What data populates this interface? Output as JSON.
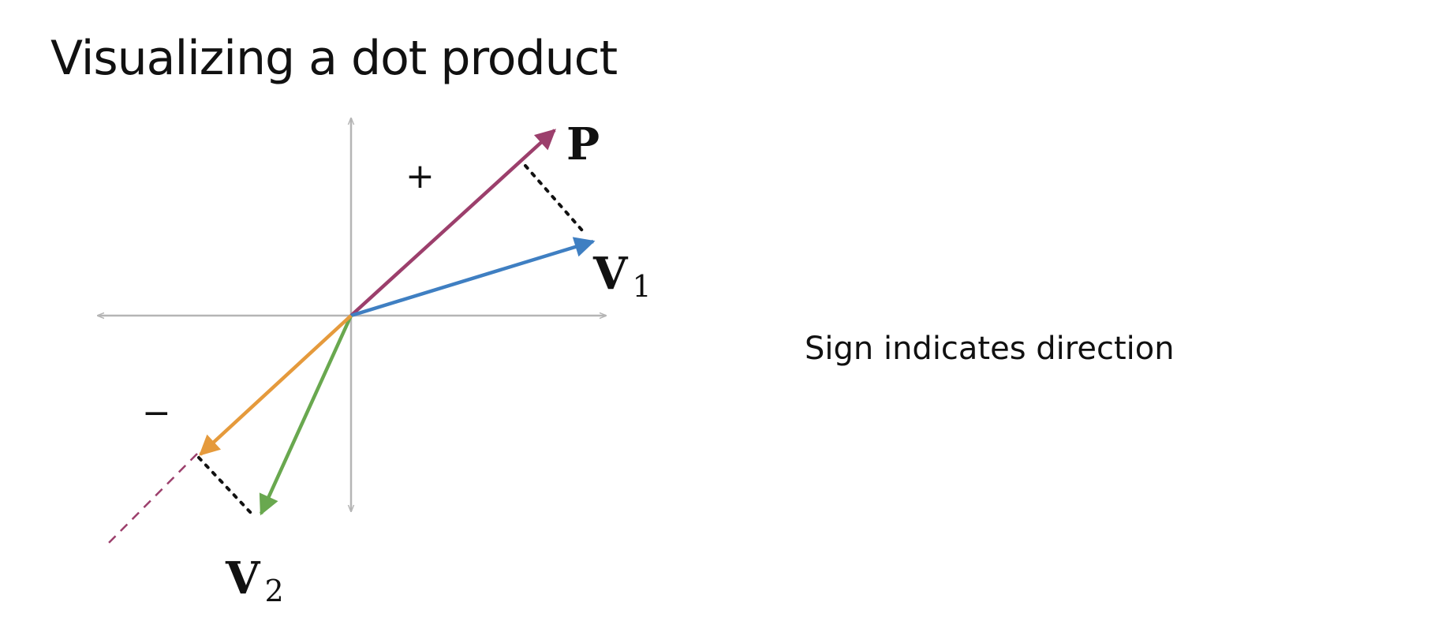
{
  "title": "Visualizing a dot product",
  "caption": "Sign indicates direction",
  "labels": {
    "p": "P",
    "v1_base": "V",
    "v1_sub": "1",
    "v2_base": "V",
    "v2_sub": "2",
    "plus": "+",
    "minus": "−"
  },
  "colors": {
    "axis": "#b5b5b5",
    "p": "#9c3f6c",
    "v1": "#3f7fc2",
    "v2": "#69a84f",
    "projection_v2": "#e59a3c",
    "dotted": "#111111",
    "extension": "#9c3f6c"
  }
}
